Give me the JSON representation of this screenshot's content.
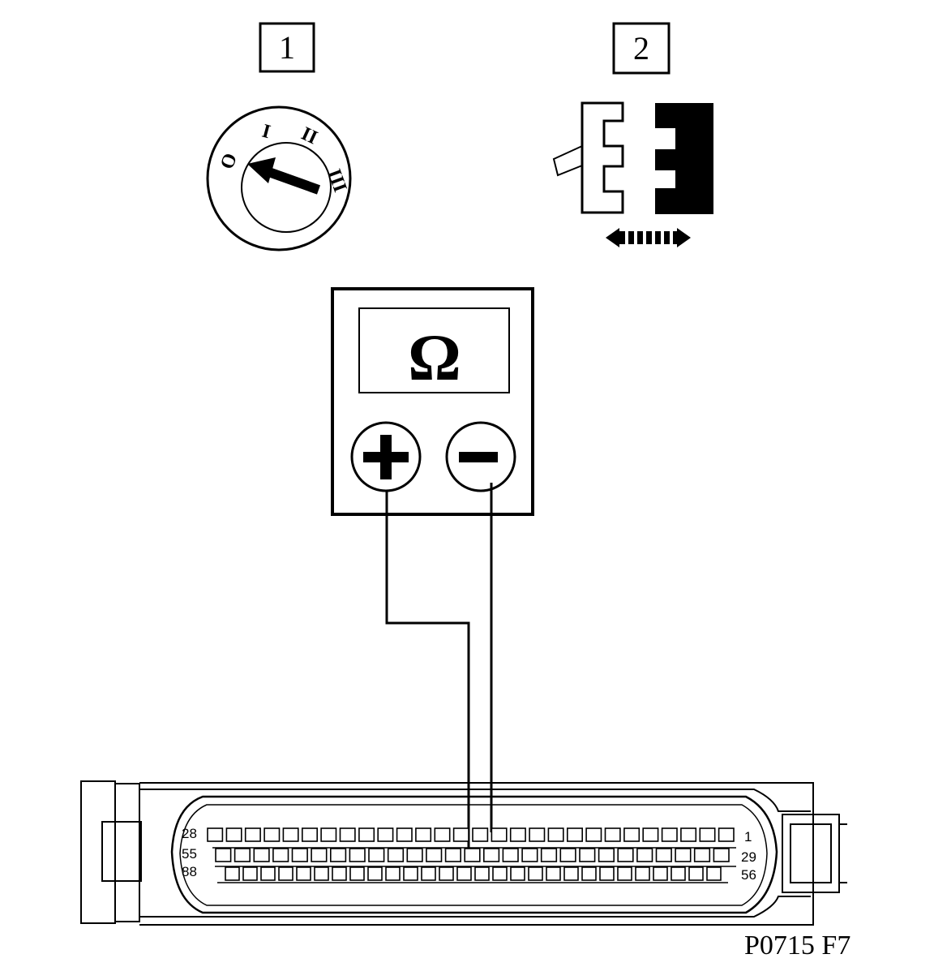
{
  "steps": [
    {
      "number": "1",
      "icon": "ignition-key-switch-icon"
    },
    {
      "number": "2",
      "icon": "connector-disconnect-icon"
    }
  ],
  "ignition_positions": [
    "O",
    "I",
    "II",
    "III"
  ],
  "meter": {
    "symbol": "Ω",
    "positive": "+",
    "negative": "−"
  },
  "connector": {
    "pin_labels": {
      "row1_left": "28",
      "row1_right": "1",
      "row2_left": "55",
      "row2_right": "29",
      "row3_left": "88",
      "row3_right": "56"
    },
    "rows": [
      {
        "count": 28
      },
      {
        "count": 27
      },
      {
        "count": 28
      }
    ]
  },
  "figure_code": "P0715 F7",
  "colors": {
    "ink": "#000000",
    "paper": "#ffffff"
  }
}
